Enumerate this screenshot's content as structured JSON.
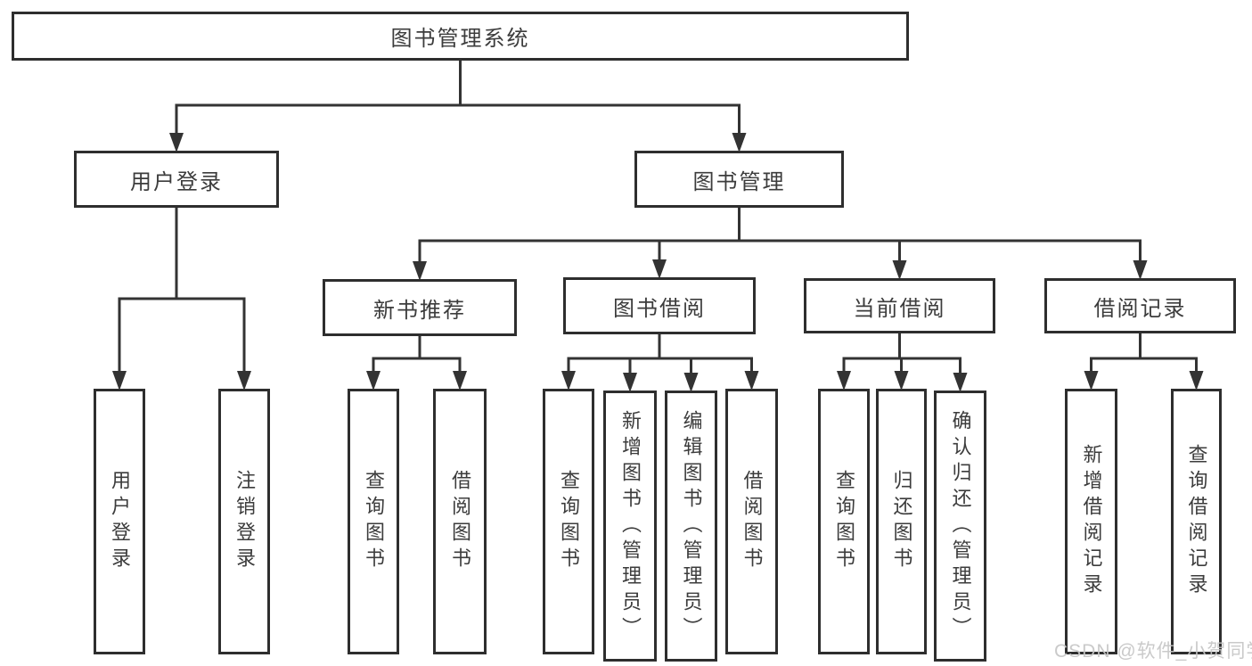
{
  "diagram": {
    "title": "图书管理系统",
    "root": {
      "label": "图书管理系统"
    },
    "level2": {
      "user_login": {
        "label": "用户登录"
      },
      "book_mgmt": {
        "label": "图书管理"
      }
    },
    "level3": {
      "new_books": {
        "label": "新书推荐"
      },
      "book_borrow": {
        "label": "图书借阅"
      },
      "current_borrow": {
        "label": "当前借阅"
      },
      "borrow_records": {
        "label": "借阅记录"
      }
    },
    "leaves": {
      "user_login": [
        "用户登录",
        "注销登录"
      ],
      "new_books": [
        "查询图书",
        "借阅图书"
      ],
      "book_borrow": [
        "查询图书",
        "新增图书（管理员）",
        "编辑图书（管理员）",
        "借阅图书"
      ],
      "current_borrow": [
        "查询图书",
        "归还图书",
        "确认归还（管理员）"
      ],
      "borrow_records": [
        "新增借阅记录",
        "查询借阅记录"
      ]
    }
  },
  "watermark": {
    "text": "CSDN @软件_小贺同学"
  },
  "colors": {
    "line": "#333333",
    "border": "#2e2e2e",
    "text": "#3c3c3c",
    "background": "#ffffff",
    "watermark": "#c6c6c6"
  }
}
